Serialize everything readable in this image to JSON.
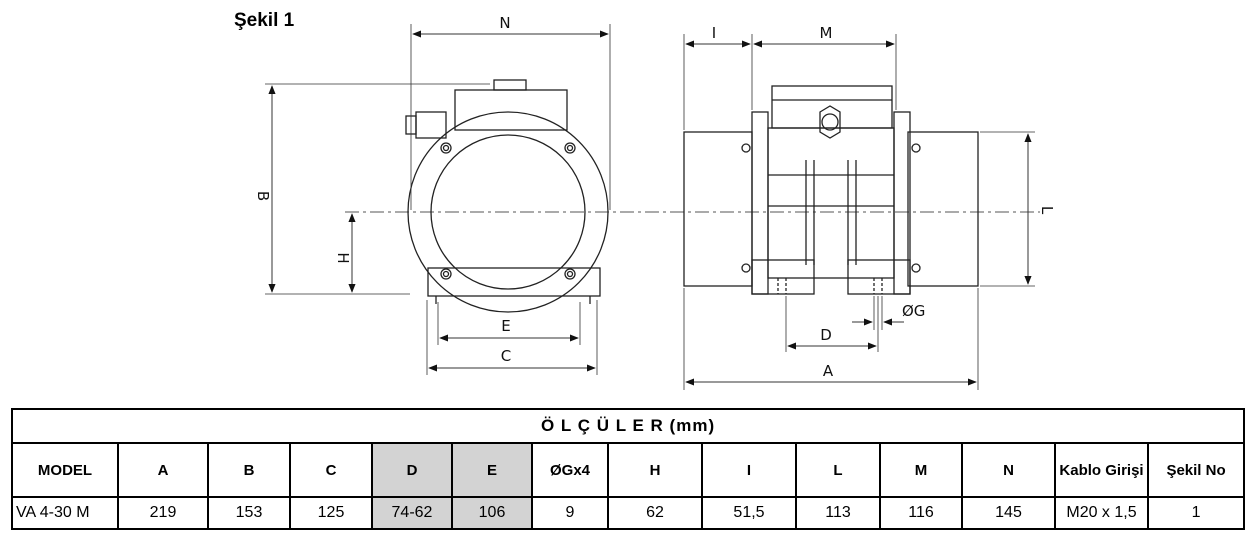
{
  "figure": {
    "title": "Şekil 1",
    "labels": {
      "n": "N",
      "b": "B",
      "h": "H",
      "e": "E",
      "c": "C",
      "i": "I",
      "m": "M",
      "l": "L",
      "d": "D",
      "g": "ØG",
      "a": "A"
    }
  },
  "table": {
    "title": "Ö L Ç Ü L E R  (mm)",
    "headers": [
      "MODEL",
      "A",
      "B",
      "C",
      "D",
      "E",
      "ØGx4",
      "H",
      "I",
      "L",
      "M",
      "N",
      "Kablo Girişi",
      "Şekil No"
    ],
    "row": [
      "VA 4-30 M",
      "219",
      "153",
      "125",
      "74-62",
      "106",
      "9",
      "62",
      "51,5",
      "113",
      "116",
      "145",
      "M20 x 1,5",
      "1"
    ]
  },
  "colors": {
    "shaded_cell": "#d3d3d3",
    "line": "#000000"
  }
}
